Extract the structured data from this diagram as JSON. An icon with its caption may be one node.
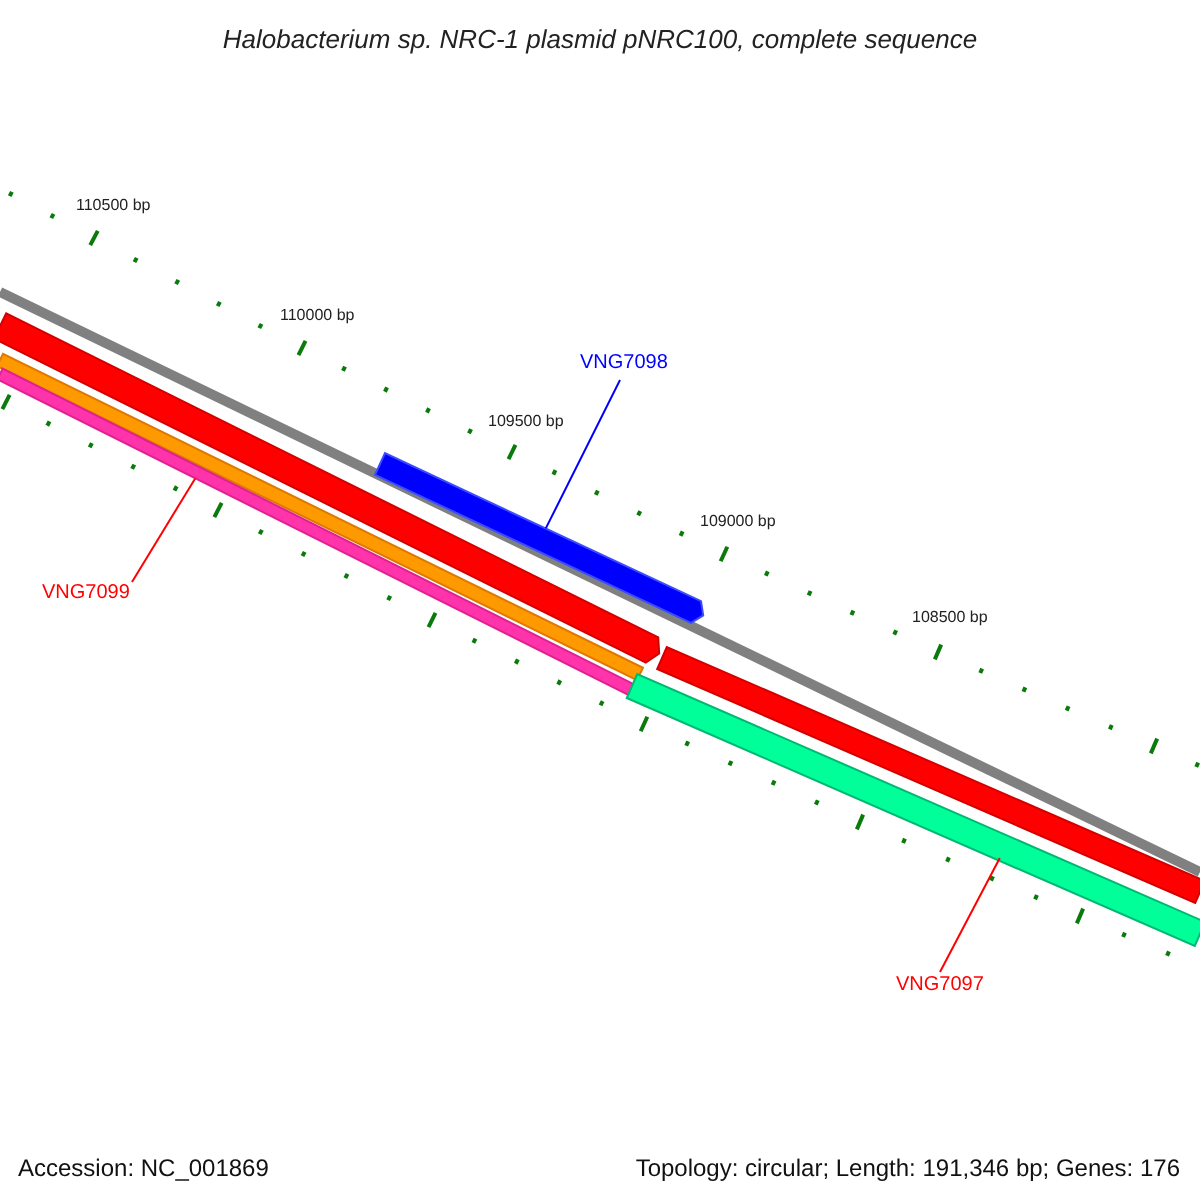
{
  "diagram": {
    "title": "Halobacterium sp. NRC-1 plasmid pNRC100, complete sequence",
    "nodes": [
      {
        "text": [
          "VNG7098"
        ]
      },
      {
        "text": [],
        "shape": "bar"
      },
      {
        "text": [
          "VNG7099"
        ]
      },
      {
        "text": [],
        "shape": "bar"
      },
      {
        "text": [
          "VNG7097"
        ]
      },
      {
        "text": [],
        "shape": "bar"
      }
    ],
    "edges": [
      {
        "from": 0,
        "to": 1,
        "arrow": "none",
        "color": "#0000ff"
      },
      {
        "from": 2,
        "to": 3,
        "arrow": "none"
      },
      {
        "from": 4,
        "to": 5,
        "arrow": "none"
      }
    ],
    "labels": [
      "110500 bp",
      "110000 bp",
      "109500 bp",
      "109000 bp",
      "108500 bp",
      "Accession: NC_001869",
      "Topology: circular; Length: 191,346 bp; Genes: 176"
    ]
  }
}
